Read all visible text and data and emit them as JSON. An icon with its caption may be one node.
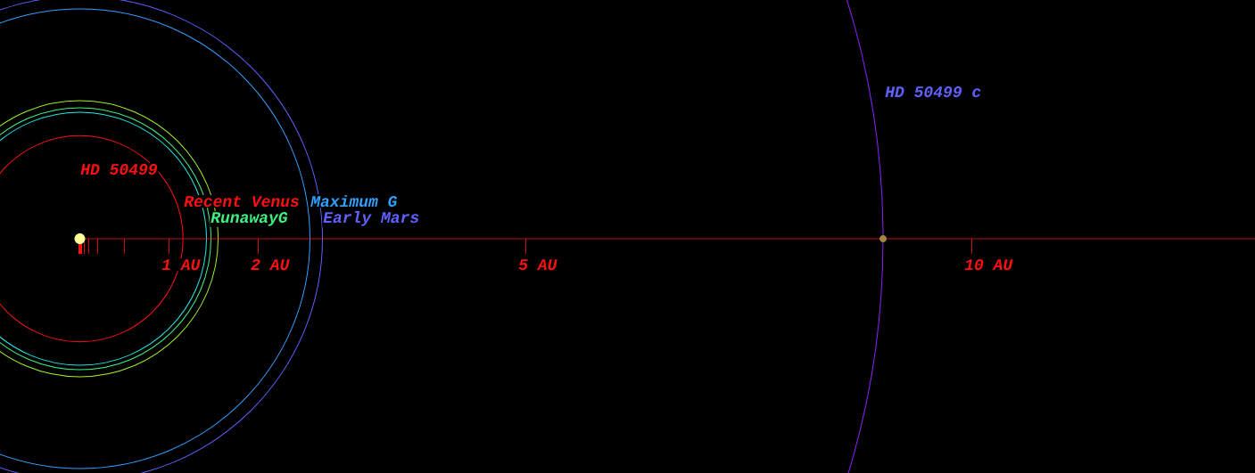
{
  "diagram": {
    "nodes": [
      {
        "text": [],
        "shape": "circle",
        "beside": [
          "HD 50499"
        ]
      },
      {
        "text": [],
        "shape": "circle"
      }
    ],
    "labels": [
      "HD 50499 c",
      "Recent Venus",
      "Maximum G",
      "RunawayG",
      "Early Mars",
      "1 AU",
      "2 AU",
      "5 AU",
      "10 AU"
    ]
  }
}
